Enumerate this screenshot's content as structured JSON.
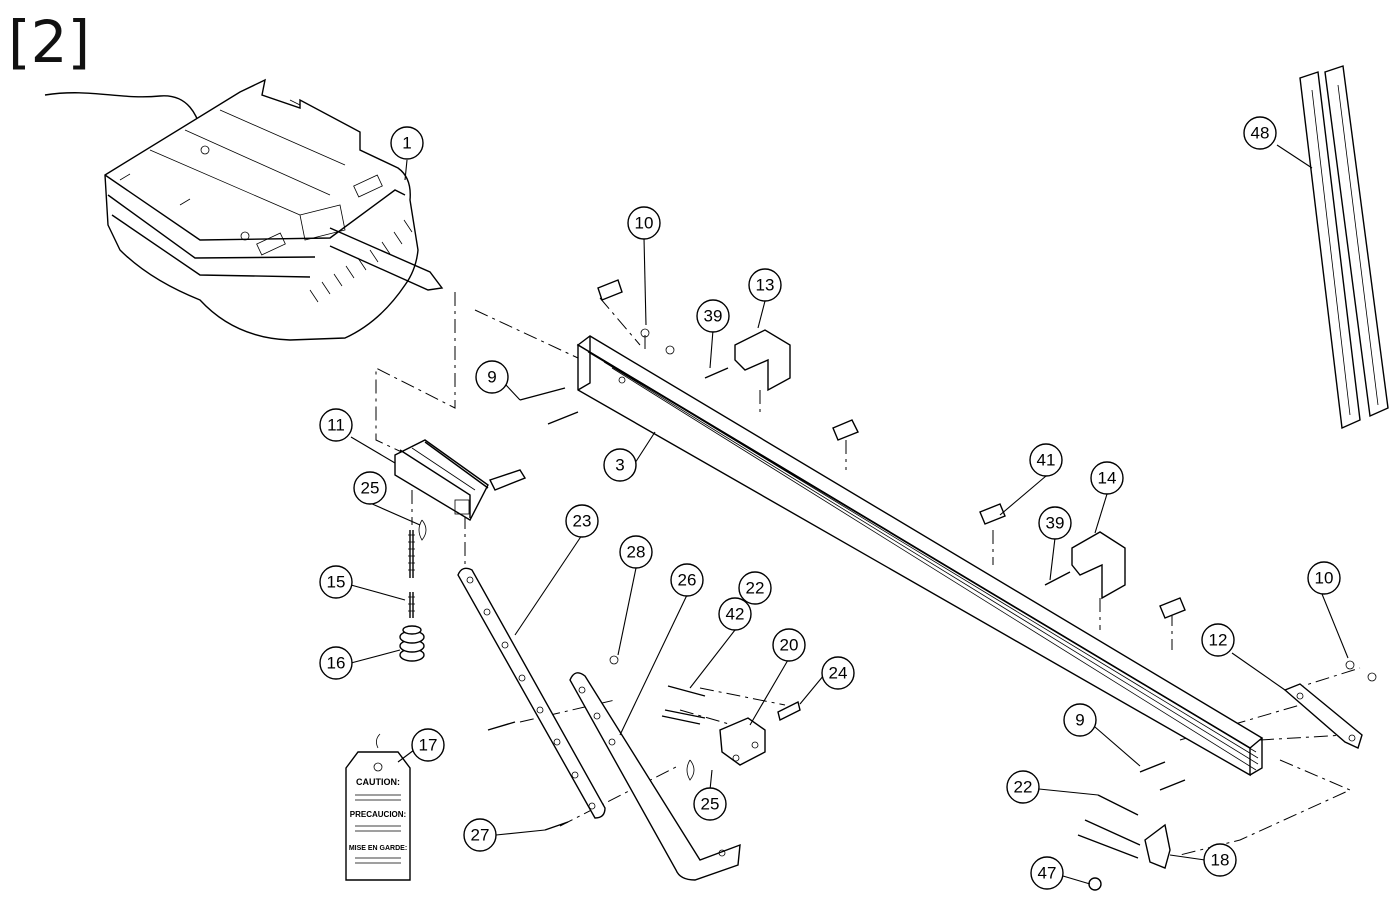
{
  "figure_label": "[2]",
  "callouts": [
    {
      "id": "c1",
      "label": "1"
    },
    {
      "id": "c3",
      "label": "3"
    },
    {
      "id": "c9a",
      "label": "9"
    },
    {
      "id": "c9b",
      "label": "9"
    },
    {
      "id": "c10a",
      "label": "10"
    },
    {
      "id": "c10b",
      "label": "10"
    },
    {
      "id": "c11",
      "label": "11"
    },
    {
      "id": "c12",
      "label": "12"
    },
    {
      "id": "c13",
      "label": "13"
    },
    {
      "id": "c14",
      "label": "14"
    },
    {
      "id": "c15",
      "label": "15"
    },
    {
      "id": "c16",
      "label": "16"
    },
    {
      "id": "c17",
      "label": "17"
    },
    {
      "id": "c18",
      "label": "18"
    },
    {
      "id": "c20",
      "label": "20"
    },
    {
      "id": "c22a",
      "label": "22"
    },
    {
      "id": "c22b",
      "label": "22"
    },
    {
      "id": "c23",
      "label": "23"
    },
    {
      "id": "c24",
      "label": "24"
    },
    {
      "id": "c25a",
      "label": "25"
    },
    {
      "id": "c25b",
      "label": "25"
    },
    {
      "id": "c26",
      "label": "26"
    },
    {
      "id": "c27",
      "label": "27"
    },
    {
      "id": "c28",
      "label": "28"
    },
    {
      "id": "c39a",
      "label": "39"
    },
    {
      "id": "c39b",
      "label": "39"
    },
    {
      "id": "c41",
      "label": "41"
    },
    {
      "id": "c42",
      "label": "42"
    },
    {
      "id": "c47",
      "label": "47"
    },
    {
      "id": "c48",
      "label": "48"
    }
  ],
  "warning_tag": {
    "line1": "CAUTION:",
    "line2": "PRECAUCION:",
    "line3": "MISE EN GARDE:"
  }
}
